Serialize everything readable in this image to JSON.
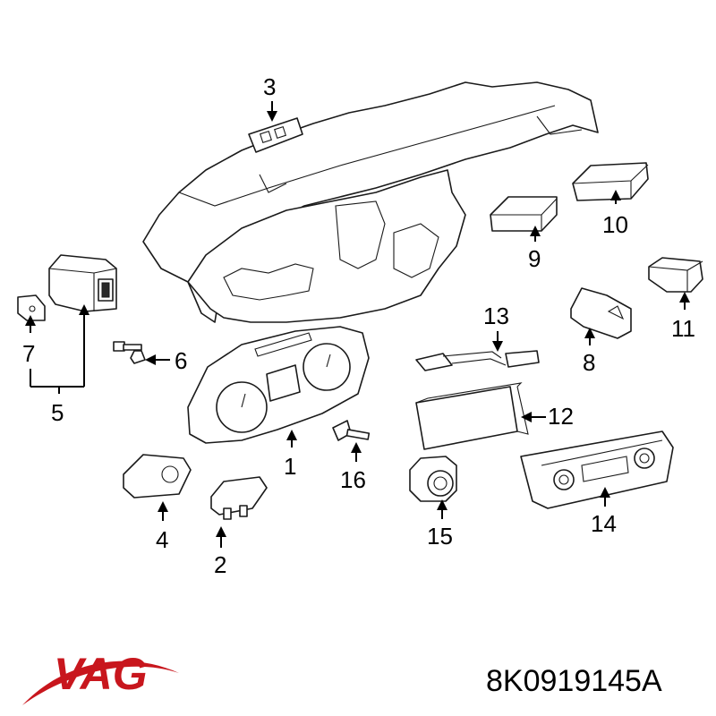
{
  "callouts": {
    "c1": "1",
    "c2": "2",
    "c3": "3",
    "c4": "4",
    "c5": "5",
    "c6": "6",
    "c7": "7",
    "c8": "8",
    "c9": "9",
    "c10": "10",
    "c11": "11",
    "c12": "12",
    "c13": "13",
    "c14": "14",
    "c15": "15",
    "c16": "16"
  },
  "brand": {
    "logo_text": "VAG",
    "color": "#c8161d"
  },
  "part_number": "8K0919145A"
}
